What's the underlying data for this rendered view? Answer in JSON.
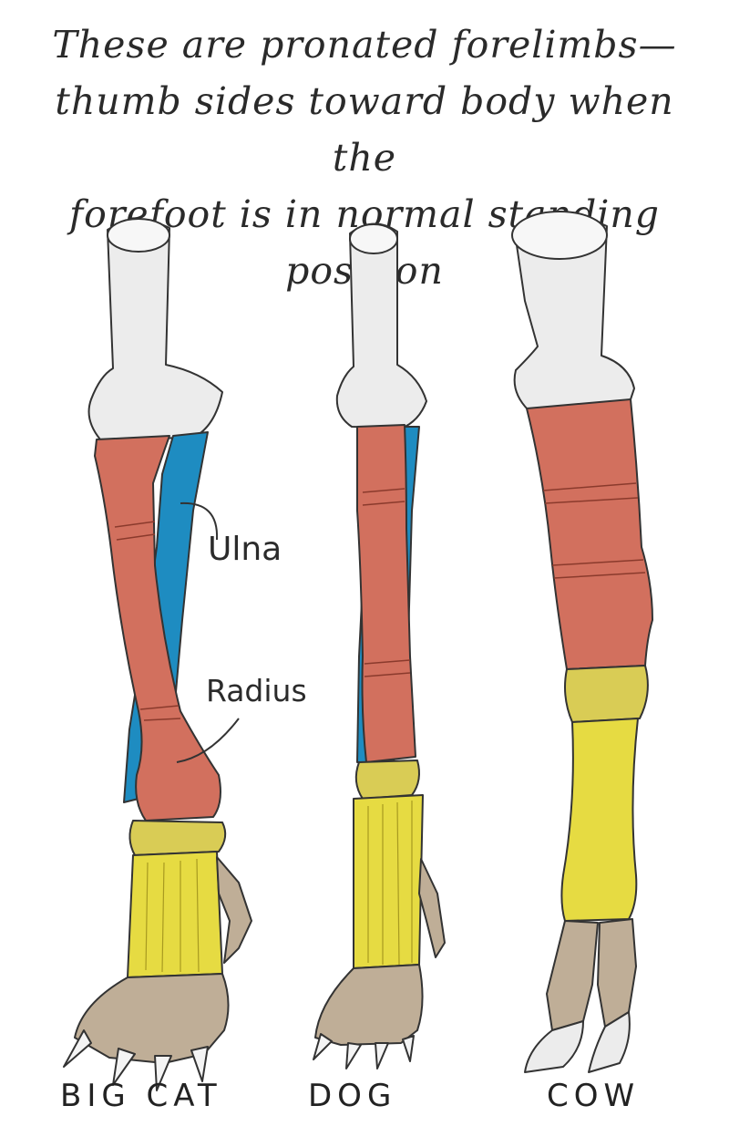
{
  "title": {
    "line1": "These are pronated forelimbs—",
    "line2": "thumb sides toward body when the",
    "line3": "forefoot is in normal standing position"
  },
  "labels": {
    "ulna": "Ulna",
    "radius": "Radius"
  },
  "animals": {
    "cat": "BIG CAT",
    "dog": "DOG",
    "cow": "COW"
  },
  "colors": {
    "radius": "#d2705e",
    "ulna": "#1e8cc1",
    "carpals_metacarpals": "#e6db42",
    "humerus": "#eeeeee",
    "phalanges": "#bfae97",
    "outline": "#333333"
  }
}
